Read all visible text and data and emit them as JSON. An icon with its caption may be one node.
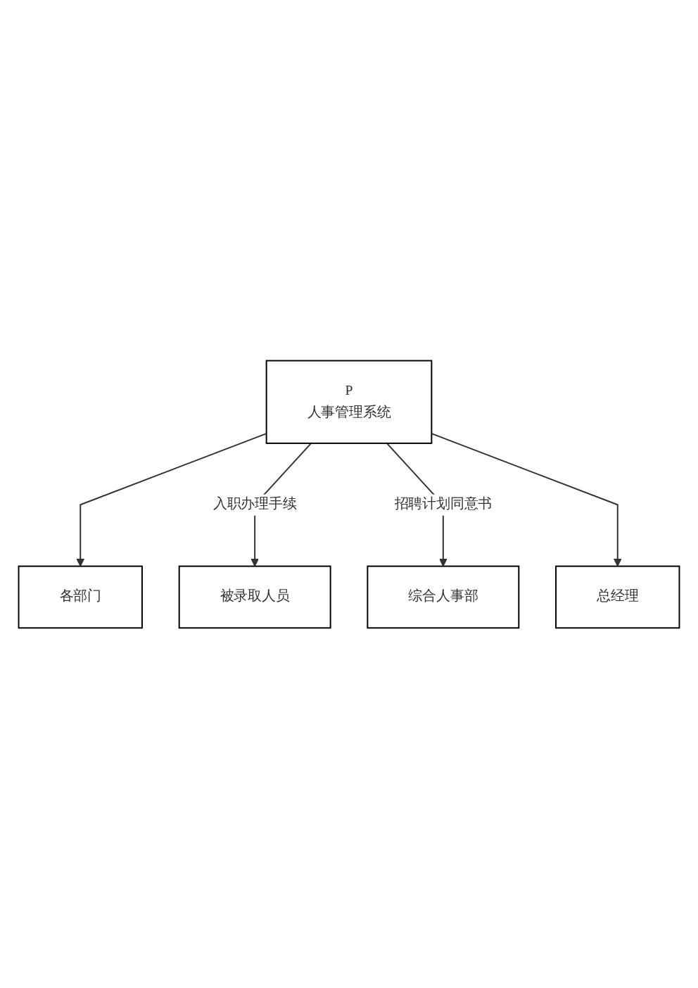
{
  "diagram": {
    "nodes": [
      {
        "text": [
          "各部门"
        ]
      },
      {
        "text": [
          "被录取人员"
        ]
      },
      {
        "text": [
          "P",
          "人事管理系统"
        ]
      },
      {
        "text": [
          "综合人事部"
        ]
      },
      {
        "text": [
          "总经理"
        ]
      }
    ],
    "edges": [
      {
        "from": 2,
        "to": 0,
        "arrow": "to"
      },
      {
        "from": 2,
        "to": 1,
        "arrow": "to",
        "label": "入职办理手续"
      },
      {
        "from": 2,
        "to": 3,
        "arrow": "to",
        "label": "招聘计划同意书"
      },
      {
        "from": 2,
        "to": 4,
        "arrow": "to"
      }
    ]
  }
}
